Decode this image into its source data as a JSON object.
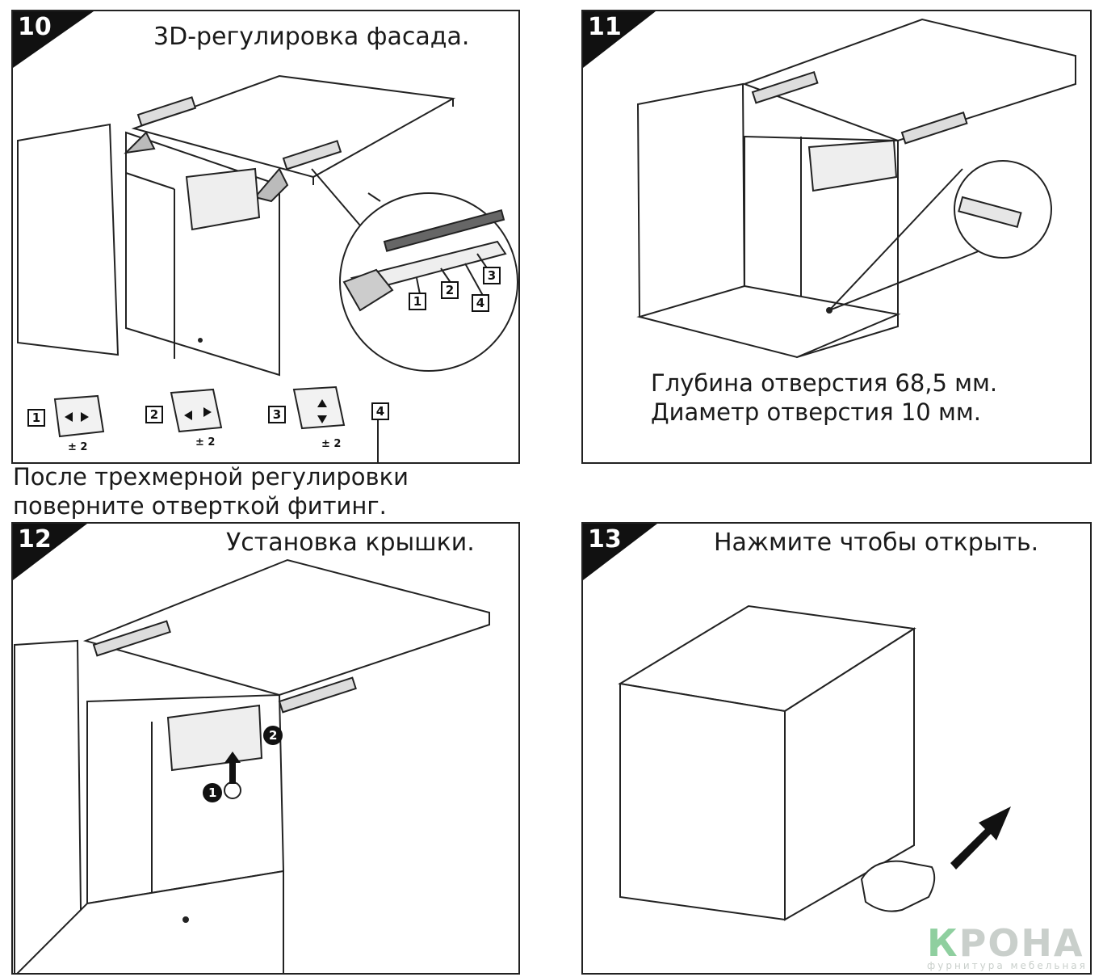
{
  "steps": [
    {
      "number": "10",
      "title": "3D-регулировка фасада."
    },
    {
      "number": "11",
      "caption_line1": "Глубина отверстия 68,5 мм.",
      "caption_line2": "Диаметр отверстия 10 мм."
    },
    {
      "number": "12",
      "title": "Установка крышки."
    },
    {
      "number": "13",
      "title": "Нажмите чтобы открыть."
    }
  ],
  "step10": {
    "callouts": [
      "1",
      "2",
      "3",
      "4"
    ],
    "adjust_items": [
      {
        "num": "1",
        "range": "± 2"
      },
      {
        "num": "2",
        "range": "± 2"
      },
      {
        "num": "3",
        "range": "± 2"
      },
      {
        "num": "4"
      }
    ],
    "note_line1": "После трехмерной регулировки",
    "note_line2": "поверните отверткой фитинг."
  },
  "step12": {
    "markers": [
      "1",
      "2"
    ]
  },
  "brand": {
    "name_first": "К",
    "name_rest": "РОНА",
    "subtitle": "фурнитура мебельная"
  }
}
